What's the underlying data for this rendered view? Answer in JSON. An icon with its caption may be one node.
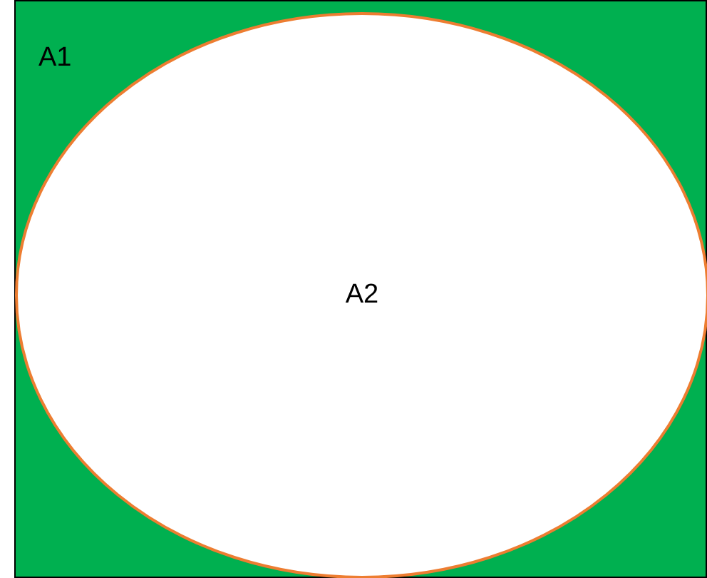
{
  "diagram": {
    "nodes": [
      {
        "text": [
          "A1"
        ]
      },
      {
        "text": [
          "A2"
        ],
        "in": 0
      }
    ]
  }
}
